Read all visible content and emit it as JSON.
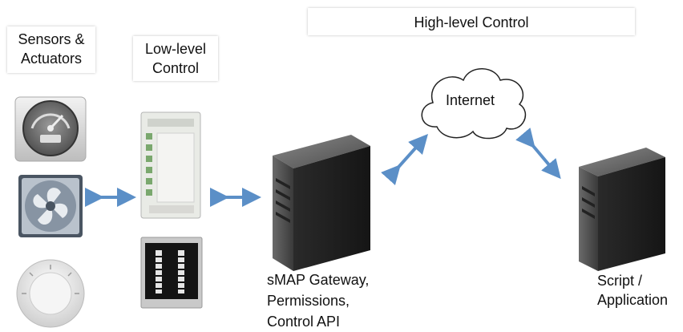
{
  "headers": {
    "sensors_actuators": [
      "Sensors &",
      "Actuators"
    ],
    "low_level_control": [
      "Low-level",
      "Control"
    ],
    "high_level_control": "High-level Control"
  },
  "internet_label": "Internet",
  "gateway_label": [
    "sMAP Gateway,",
    "Permissions,",
    "Control API"
  ],
  "script_label": [
    "Script /",
    "Application"
  ],
  "colors": {
    "arrow": "#5b8fc7",
    "server_dark": "#2e2e2e",
    "server_mid": "#5a5a5a"
  },
  "icons": [
    "gauge-icon",
    "fan-icon",
    "thermostat-icon",
    "controller-module-icon",
    "control-panel-icon",
    "cloud-icon",
    "server-icon"
  ]
}
